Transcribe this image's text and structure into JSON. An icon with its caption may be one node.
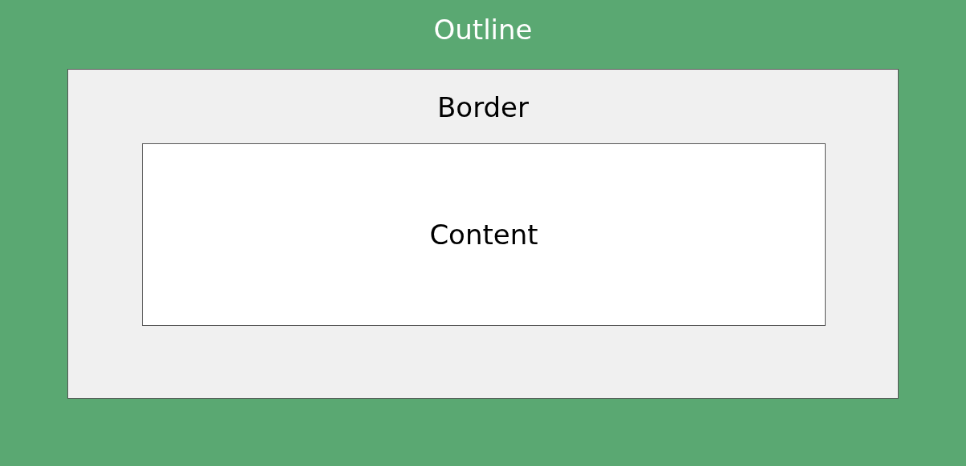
{
  "diagram": {
    "nodes": [
      {
        "text": [
          "Outline"
        ]
      },
      {
        "text": [
          "Border"
        ],
        "in": 0
      },
      {
        "text": [
          "Content"
        ],
        "in": 1
      }
    ]
  }
}
